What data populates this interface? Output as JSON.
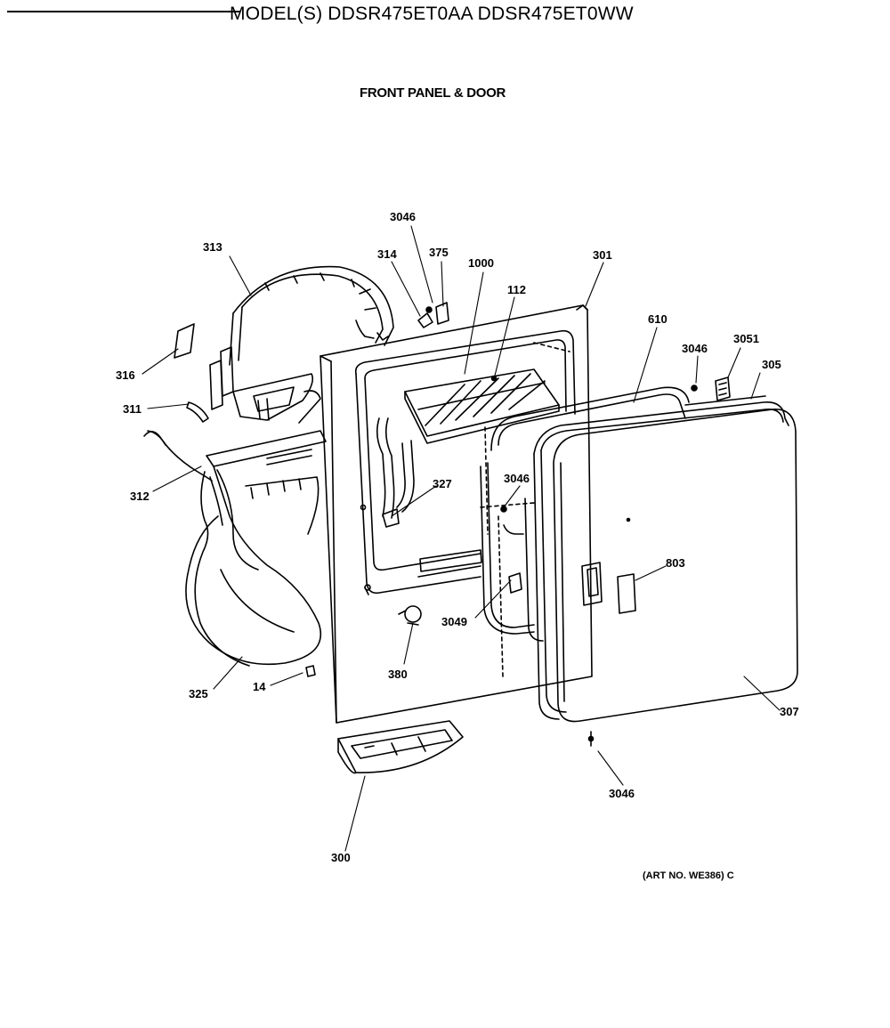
{
  "header": {
    "models": "MODEL(S) DDSR475ET0AA  DDSR475ET0WW",
    "section_title": "FRONT PANEL & DOOR"
  },
  "callouts": [
    {
      "id": "c-313",
      "label": "313"
    },
    {
      "id": "c-3046-top",
      "label": "3046"
    },
    {
      "id": "c-314",
      "label": "314"
    },
    {
      "id": "c-375",
      "label": "375"
    },
    {
      "id": "c-1000",
      "label": "1000"
    },
    {
      "id": "c-301",
      "label": "301"
    },
    {
      "id": "c-112",
      "label": "112"
    },
    {
      "id": "c-610",
      "label": "610"
    },
    {
      "id": "c-3046-r",
      "label": "3046"
    },
    {
      "id": "c-3051",
      "label": "3051"
    },
    {
      "id": "c-305",
      "label": "305"
    },
    {
      "id": "c-316",
      "label": "316"
    },
    {
      "id": "c-311",
      "label": "311"
    },
    {
      "id": "c-312",
      "label": "312"
    },
    {
      "id": "c-327",
      "label": "327"
    },
    {
      "id": "c-3046-mid",
      "label": "3046"
    },
    {
      "id": "c-803",
      "label": "803"
    },
    {
      "id": "c-3049",
      "label": "3049"
    },
    {
      "id": "c-380",
      "label": "380"
    },
    {
      "id": "c-325",
      "label": "325"
    },
    {
      "id": "c-14",
      "label": "14"
    },
    {
      "id": "c-307",
      "label": "307"
    },
    {
      "id": "c-3046-bot",
      "label": "3046"
    },
    {
      "id": "c-300",
      "label": "300"
    }
  ],
  "footer": {
    "art_number": "(ART NO. WE386) C"
  }
}
